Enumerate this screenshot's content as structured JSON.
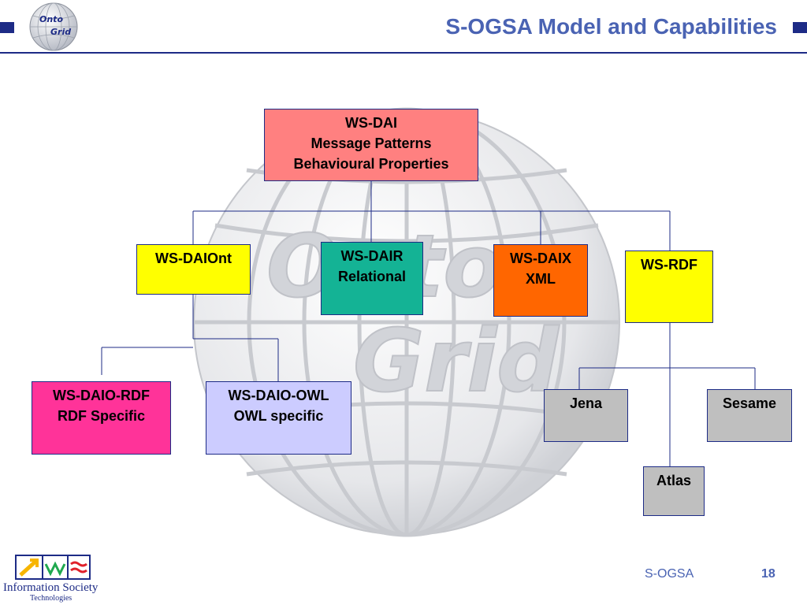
{
  "header": {
    "title": "S-OGSA Model and Capabilities",
    "logo_text_top": "Onto",
    "logo_text_bottom": "Grid"
  },
  "diagram": {
    "nodes": {
      "ws_dai": {
        "lines": [
          "WS-DAI",
          "Message Patterns",
          "Behavioural Properties"
        ],
        "color": "#ff8080"
      },
      "ws_daiont": {
        "lines": [
          "WS-DAIOnt"
        ],
        "color": "#ffff00"
      },
      "ws_dair": {
        "lines": [
          "WS-DAIR",
          "Relational"
        ],
        "color": "#14b395"
      },
      "ws_daix": {
        "lines": [
          "WS-DAIX",
          "XML"
        ],
        "color": "#ff6600"
      },
      "ws_rdf": {
        "lines": [
          "WS-RDF"
        ],
        "color": "#ffff00"
      },
      "ws_daio_rdf": {
        "lines": [
          "WS-DAIO-RDF",
          "RDF Specific"
        ],
        "color": "#ff3399"
      },
      "ws_daio_owl": {
        "lines": [
          "WS-DAIO-OWL",
          "OWL specific"
        ],
        "color": "#ccccff"
      },
      "jena": {
        "lines": [
          "Jena"
        ],
        "color": "#bfbfbf"
      },
      "sesame": {
        "lines": [
          "Sesame"
        ],
        "color": "#bfbfbf"
      },
      "atlas": {
        "lines": [
          "Atlas"
        ],
        "color": "#bfbfbf"
      }
    },
    "edges": [
      [
        "ws_dai",
        "ws_daiont"
      ],
      [
        "ws_dai",
        "ws_dair"
      ],
      [
        "ws_dai",
        "ws_daix"
      ],
      [
        "ws_dai",
        "ws_rdf"
      ],
      [
        "ws_daiont",
        "ws_daio_rdf"
      ],
      [
        "ws_daiont",
        "ws_daio_owl"
      ],
      [
        "ws_rdf",
        "jena"
      ],
      [
        "ws_rdf",
        "sesame"
      ],
      [
        "ws_rdf",
        "atlas"
      ]
    ]
  },
  "footer": {
    "label": "S-OGSA",
    "page_number": "18",
    "ist_line1": "Information Society",
    "ist_line2": "Technologies"
  },
  "colors": {
    "accent": "#4a63b3",
    "navy": "#1d2b86"
  }
}
